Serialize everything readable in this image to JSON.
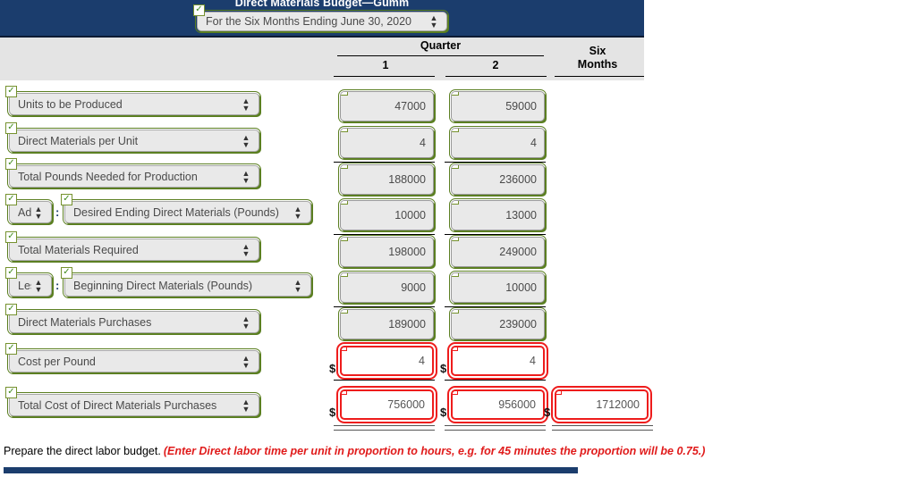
{
  "header": {
    "title": "Direct Materials Budget—Gumm",
    "period_select": {
      "value": "For the Six Months Ending June 30, 2020",
      "status": "valid",
      "spinner": "spinner-icon"
    },
    "columns": {
      "group_label": "Quarter",
      "quarter_1": "1",
      "quarter_2": "2",
      "six_months_line1": "Six",
      "six_months_line2": "Months"
    }
  },
  "colors": {
    "header_navy": "#1b3d6d",
    "header_gray": "#e4e4e4",
    "valid_green": "#5b7f21",
    "error_red": "#ee1c1c",
    "field_gray": "#e9e9e9",
    "note_red": "#e01b1b"
  },
  "rows": [
    {
      "prefix": null,
      "label": "Units to be Produced",
      "label_status": "valid",
      "q1": "47000",
      "q2": "59000",
      "six_months": "",
      "value_status": "valid",
      "currency": false,
      "rule_below": "none"
    },
    {
      "prefix": null,
      "label": "Direct Materials per Unit",
      "label_status": "valid",
      "q1": "4",
      "q2": "4",
      "six_months": "",
      "value_status": "valid",
      "currency": false,
      "rule_below": "single"
    },
    {
      "prefix": null,
      "label": "Total Pounds Needed for Production",
      "label_status": "valid",
      "q1": "188000",
      "q2": "236000",
      "six_months": "",
      "value_status": "valid",
      "currency": false,
      "rule_below": "none"
    },
    {
      "prefix": "Add",
      "prefix_status": "valid",
      "label": "Desired Ending Direct Materials (Pounds)",
      "label_status": "valid",
      "q1": "10000",
      "q2": "13000",
      "six_months": "",
      "value_status": "valid",
      "currency": false,
      "rule_below": "single"
    },
    {
      "prefix": null,
      "label": "Total Materials Required",
      "label_status": "valid",
      "q1": "198000",
      "q2": "249000",
      "six_months": "",
      "value_status": "valid",
      "currency": false,
      "rule_below": "none"
    },
    {
      "prefix": "Less",
      "prefix_status": "valid",
      "label": "Beginning Direct Materials (Pounds)",
      "label_status": "valid",
      "q1": "9000",
      "q2": "10000",
      "six_months": "",
      "value_status": "valid",
      "currency": false,
      "rule_below": "single"
    },
    {
      "prefix": null,
      "label": "Direct Materials Purchases",
      "label_status": "valid",
      "q1": "189000",
      "q2": "239000",
      "six_months": "",
      "value_status": "valid",
      "currency": false,
      "rule_below": "none"
    },
    {
      "prefix": null,
      "label": "Cost per Pound",
      "label_status": "valid",
      "q1": "4",
      "q2": "4",
      "six_months": "",
      "value_status": "error",
      "currency": true,
      "rule_below": "single"
    },
    {
      "prefix": null,
      "label": "Total Cost of Direct Materials Purchases",
      "label_status": "valid",
      "q1": "756000",
      "q2": "956000",
      "six_months": "1712000",
      "value_status": "error",
      "currency": true,
      "rule_below": "double"
    }
  ],
  "symbols": {
    "check": "✓",
    "cross": "✕",
    "dollar": "$",
    "spin_up": "▲",
    "spin_down": "▼"
  },
  "footer": {
    "instruction": "Prepare the direct labor budget.",
    "note": "(Enter Direct labor time per unit in proportion to hours, e.g. for 45 minutes the proportion will be 0.75.)"
  }
}
